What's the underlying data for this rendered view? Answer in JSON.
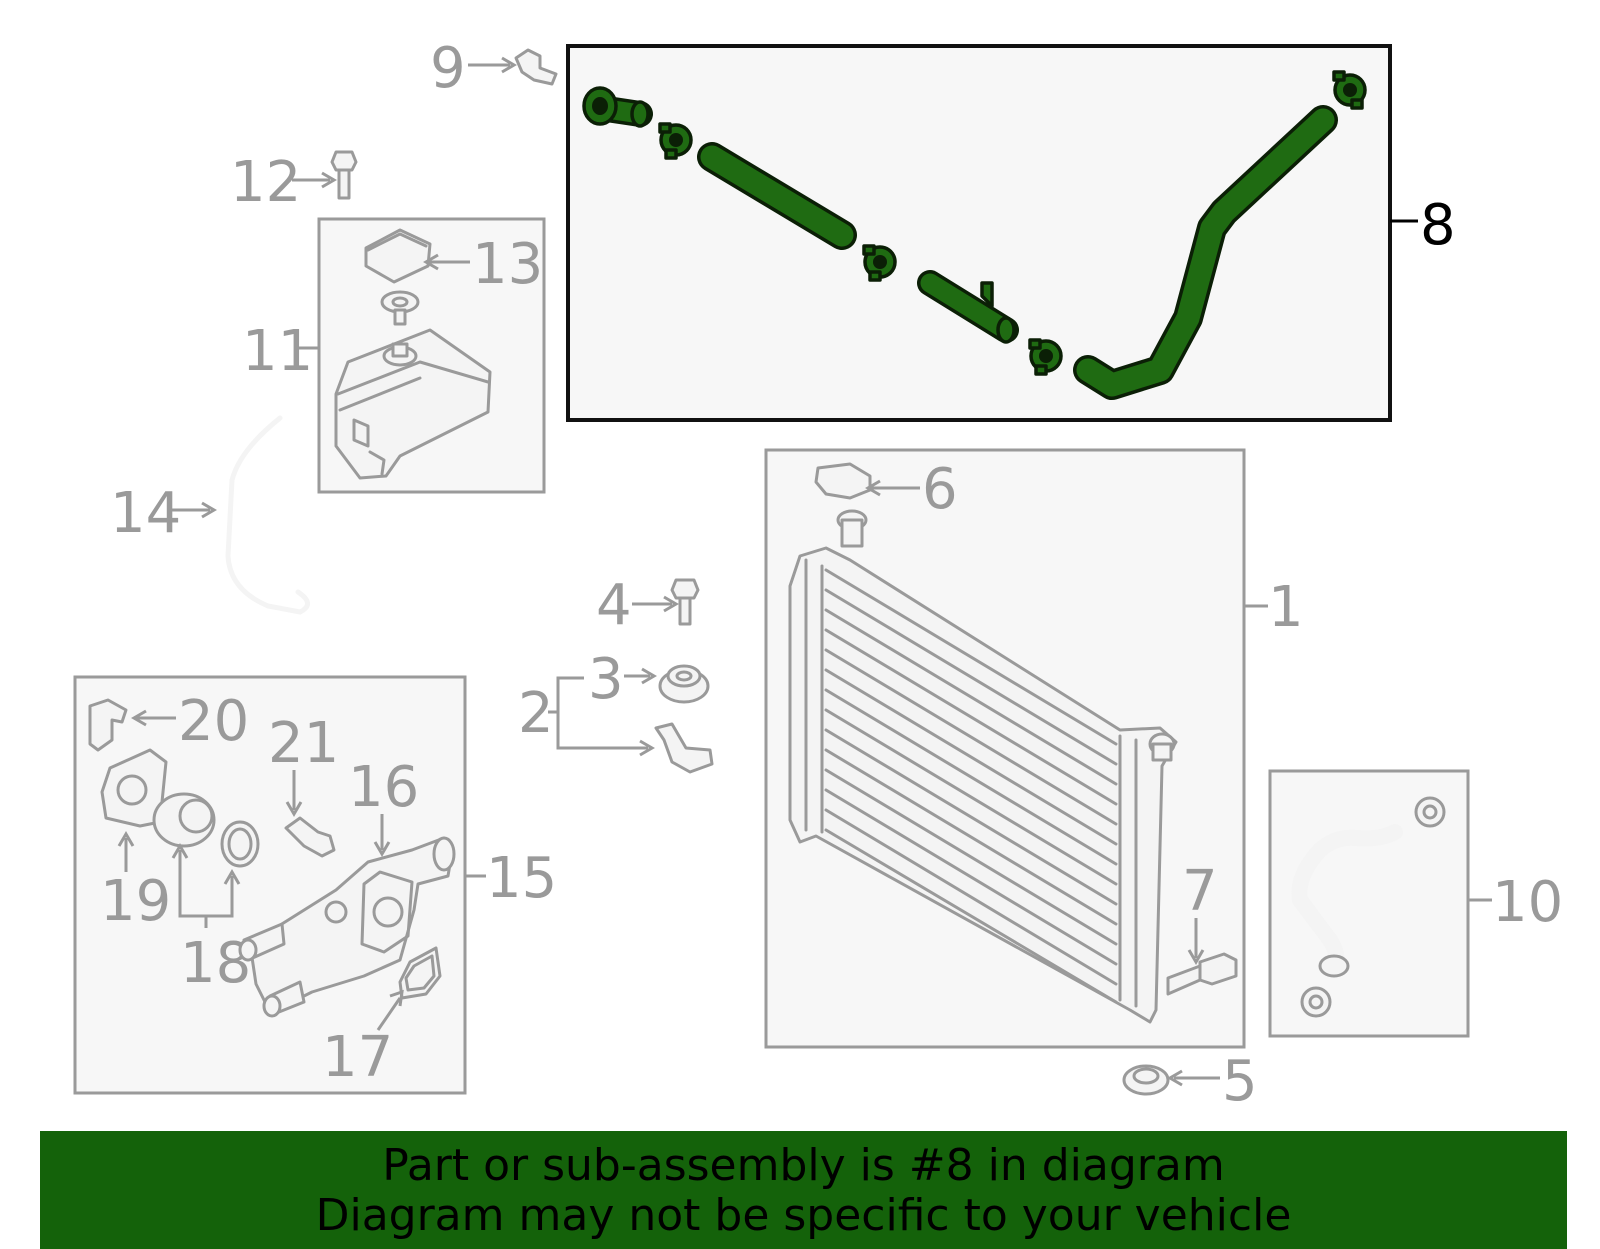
{
  "callouts": {
    "c1": "1",
    "c2": "2",
    "c3": "3",
    "c4": "4",
    "c5": "5",
    "c6": "6",
    "c7": "7",
    "c8": "8",
    "c9": "9",
    "c10": "10",
    "c11": "11",
    "c12": "12",
    "c13": "13",
    "c14": "14",
    "c15": "15",
    "c16": "16",
    "c17": "17",
    "c18": "18",
    "c19": "19",
    "c20": "20",
    "c21": "21"
  },
  "highlighted_part": "8",
  "colors": {
    "highlight": "#1f6b12",
    "banner": "#14620a",
    "outline": "#9a9a9a"
  },
  "banner": {
    "line1": "Part or sub-assembly is #8 in diagram",
    "line2": "Diagram may not be specific to your vehicle"
  }
}
